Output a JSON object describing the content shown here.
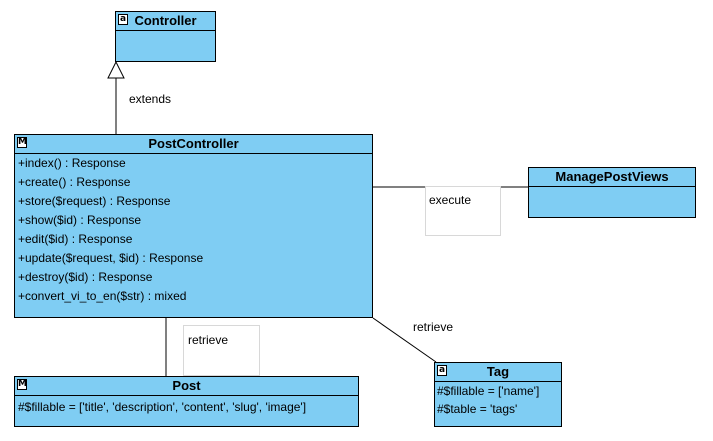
{
  "classes": {
    "controller": {
      "name": "Controller",
      "stereotype_icon": "abstract-class-icon"
    },
    "post_controller": {
      "name": "PostController",
      "stereotype_icon": "class-icon",
      "operations": [
        "+index() : Response",
        "+create() : Response",
        "+store($request) : Response",
        "+show($id) : Response",
        "+edit($id) : Response",
        "+update($request, $id) : Response",
        "+destroy($id) : Response",
        "+convert_vi_to_en($str) : mixed"
      ]
    },
    "manage_post_views": {
      "name": "ManagePostViews"
    },
    "post": {
      "name": "Post",
      "stereotype_icon": "class-icon",
      "attributes": [
        "#$fillable = ['title', 'description', 'content', 'slug', 'image']"
      ]
    },
    "tag": {
      "name": "Tag",
      "stereotype_icon": "abstract-class-icon",
      "attributes": [
        "#$fillable = ['name']",
        "#$table = 'tags'"
      ]
    }
  },
  "relations": {
    "extends_label": "extends",
    "execute_label": "execute",
    "retrieve_post_label": "retrieve",
    "retrieve_tag_label": "retrieve"
  },
  "colors": {
    "class_fill": "#7fcdf3",
    "line": "#000000"
  }
}
